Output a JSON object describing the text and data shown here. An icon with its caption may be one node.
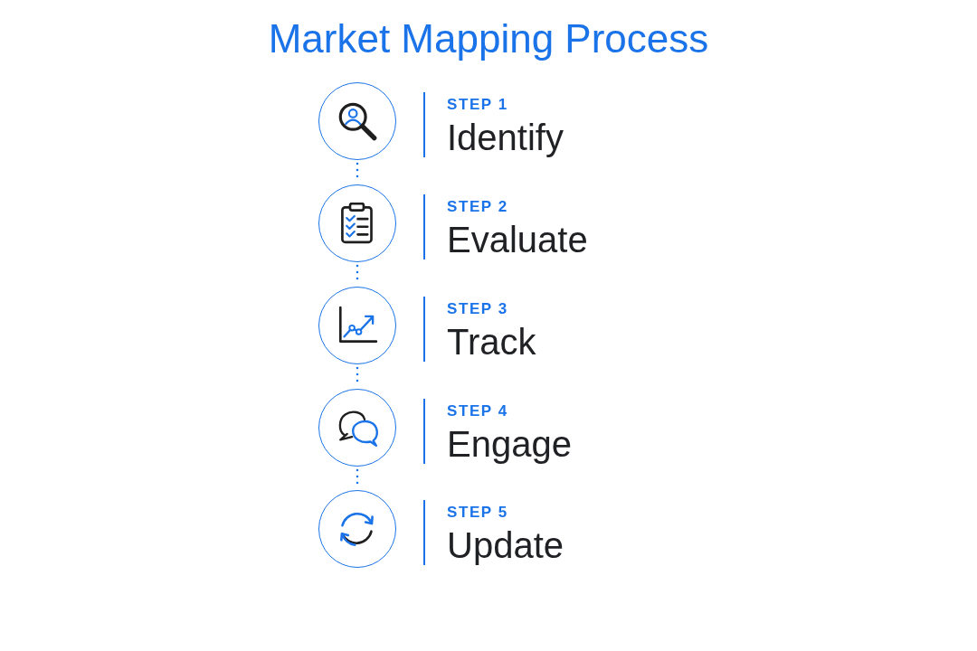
{
  "diagram": {
    "title": "Market Mapping Process",
    "nodes": [
      {
        "text": [],
        "shape": "circle",
        "beside": [
          "STEP 1",
          "Identify"
        ]
      },
      {
        "text": [],
        "shape": "circle",
        "beside": [
          "STEP 2",
          "Evaluate"
        ]
      },
      {
        "text": [],
        "shape": "circle",
        "beside": [
          "STEP 3",
          "Track"
        ]
      },
      {
        "text": [],
        "shape": "circle",
        "beside": [
          "STEP 4",
          "Engage"
        ]
      },
      {
        "text": [],
        "shape": "circle",
        "beside": [
          "STEP 5",
          "Update"
        ]
      }
    ],
    "edges": [
      {
        "from": 0,
        "to": 1,
        "arrow": "none",
        "style": "dashed"
      },
      {
        "from": 1,
        "to": 2,
        "arrow": "none",
        "style": "dashed"
      },
      {
        "from": 2,
        "to": 3,
        "arrow": "none",
        "style": "dashed"
      },
      {
        "from": 3,
        "to": 4,
        "arrow": "none",
        "style": "dashed"
      }
    ]
  }
}
